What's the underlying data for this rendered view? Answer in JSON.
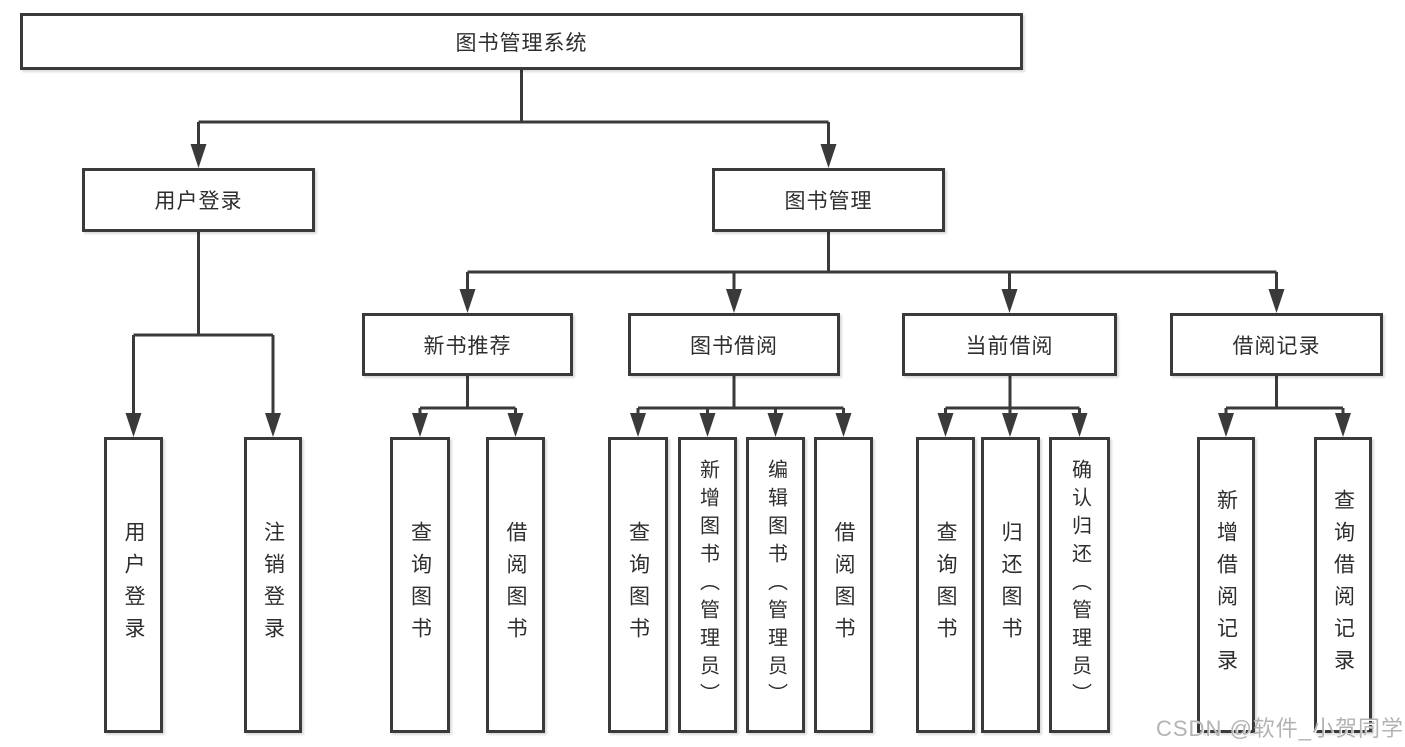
{
  "diagram": {
    "root_label": "图书管理系统",
    "branches": {
      "user_login": {
        "label": "用户登录",
        "leaves": [
          "用户登录",
          "注销登录"
        ]
      },
      "book_mgmt": {
        "label": "图书管理",
        "sections": {
          "new_book": {
            "label": "新书推荐",
            "leaves": [
              "查询图书",
              "借阅图书"
            ]
          },
          "borrow": {
            "label": "图书借阅",
            "leaves": [
              "查询图书",
              "新增图书（管理员）",
              "编辑图书（管理员）",
              "借阅图书"
            ]
          },
          "current": {
            "label": "当前借阅",
            "leaves": [
              "查询图书",
              "归还图书",
              "确认归还（管理员）"
            ]
          },
          "records": {
            "label": "借阅记录",
            "leaves": [
              "新增借阅记录",
              "查询借阅记录"
            ]
          }
        }
      }
    }
  },
  "watermark": "CSDN @软件_小贺同学",
  "colors": {
    "line": "#3a3a3a",
    "box_border": "#3a3a3a",
    "text": "#2e2e2e",
    "watermark": "#b3b3b3",
    "background": "#ffffff"
  }
}
